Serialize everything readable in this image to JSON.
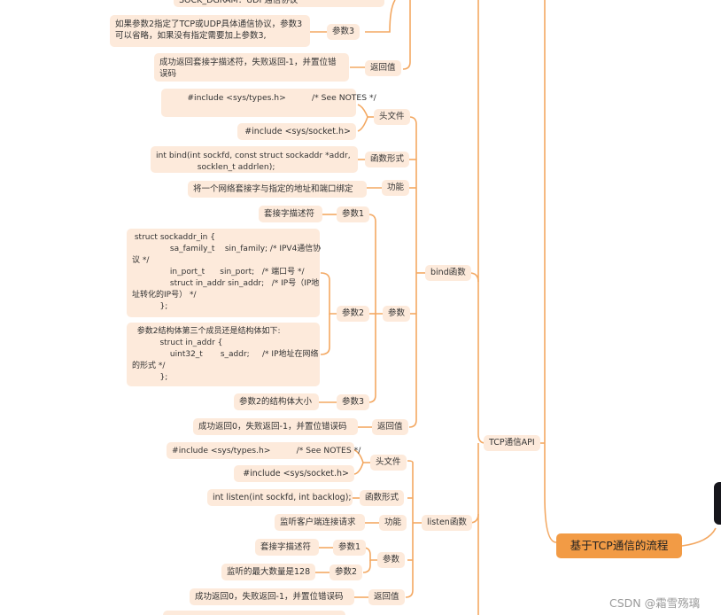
{
  "mindmap": {
    "root": "基于TCP通信的流程",
    "api": "TCP通信API",
    "socket_tail": {
      "param2_cut": "SOCK_DGRAM：UDP通信协议",
      "param3_label": "参数3",
      "param3_text": "如果参数2指定了TCP或UDP具体通信协议，参数3可以省略，如果没有指定需要加上参数3,",
      "ret_label": "返回值",
      "ret_text": "成功返回套接字描述符，失败返回-1，并置位错误码"
    },
    "bind": {
      "title": "bind函数",
      "header_label": "头文件",
      "header1": "        #include <sys/types.h>          /* See NOTES */",
      "header2": "#include <sys/socket.h>",
      "form_label": "函数形式",
      "form_text": "int bind(int sockfd, const struct sockaddr *addr,\n                socklen_t addrlen);",
      "func_label": "功能",
      "func_text": "将一个网络套接字与指定的地址和端口绑定",
      "params_label": "参数",
      "p1_label": "参数1",
      "p1_text": "套接字描述符",
      "p2_label": "参数2",
      "p2_text_a": " struct sockaddr_in {\n               sa_family_t    sin_family; /* IPV4通信协\n议 */\n               in_port_t      sin_port;   /* 端口号 */\n               struct in_addr sin_addr;   /* IP号（IP地\n址转化的IP号） */\n           };",
      "p2_text_b": "  参数2结构体第三个成员还是结构体如下:\n           struct in_addr {\n               uint32_t       s_addr;     /* IP地址在网络\n的形式 */\n           };",
      "p3_label": "参数3",
      "p3_text": "参数2的结构体大小",
      "ret_label": "返回值",
      "ret_text": "成功返回0，失败返回-1，并置位错误码"
    },
    "listen": {
      "title": "listen函数",
      "header_label": "头文件",
      "header1": "#include <sys/types.h>          /* See NOTES */",
      "header2": "#include <sys/socket.h>",
      "form_label": "函数形式",
      "form_text": "int listen(int sockfd, int backlog);",
      "func_label": "功能",
      "func_text": "监听客户端连接请求",
      "params_label": "参数",
      "p1_label": "参数1",
      "p1_text": "套接字描述符",
      "p2_label": "参数2",
      "p2_text": "监听的最大数量是128",
      "ret_label": "返回值",
      "ret_text": "成功返回0，失败返回-1，并置位错误码"
    }
  },
  "watermark": "CSDN @霜雪殇璃",
  "colors": {
    "line": "#f3a862",
    "node": "#fdeadb",
    "root": "#f29b45"
  }
}
